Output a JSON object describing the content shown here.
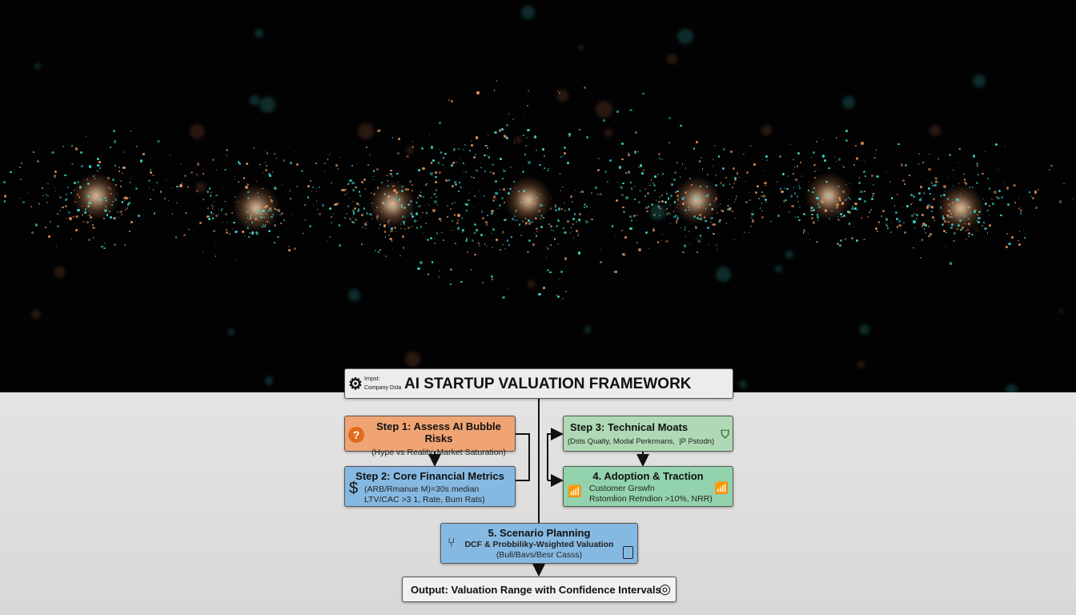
{
  "header": {
    "title": "AI STARTUP VALUATION FRAMEWORK",
    "input_label_line1": "Irnpst:",
    "input_label_line2": "Company Dsta"
  },
  "steps": [
    {
      "title": "Step 1: Assess AI Bubble Risks",
      "lines": [
        "(Hype vs Reality, Market Saturation)"
      ],
      "icon": "question-icon",
      "color": "#f0a474"
    },
    {
      "title": "Step 2: Core Financial Metrics",
      "lines": [
        "(ARB/Rmanue M)=30s median",
        "LTV/CAC >3 1,  Rate,  Bum Rats)"
      ],
      "icon": "dollar-icon",
      "color": "#86b9e2"
    },
    {
      "title": "Step 3: Technical Moats",
      "lines": [
        "(Dsts Qualty, Modal Perkrmans,  |P Pstodn)"
      ],
      "icon": "shield-icon",
      "color": "#aed9b4"
    },
    {
      "title": "4. Adoption & Traction",
      "lines": [
        "Customer Grswfn",
        "Rstomlion Retndion >10%, NRR)"
      ],
      "icon": "growth-chart-icon",
      "color": "#92d2ac"
    },
    {
      "title": "5. Scenario Planning",
      "lines": [
        "DCF & Probbiliky-Wsighted Valuation",
        "(Bull/Bavs/Besr Casss)"
      ],
      "icon": "calculator-icon",
      "color": "#86b9e2"
    }
  ],
  "output": {
    "title": "Output: Valuation Range with Confidence Intervals",
    "icon": "target-icon"
  },
  "colors": {
    "background_top": "#020203",
    "particle_teal": "#3fd6cf",
    "particle_orange": "#e0905a",
    "line": "#111111"
  }
}
